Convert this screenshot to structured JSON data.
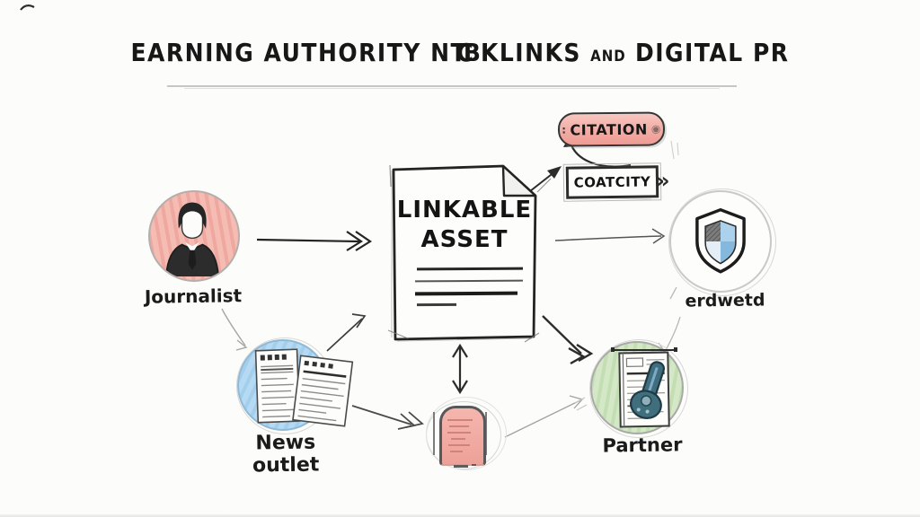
{
  "palette": {
    "background": "#fcfcfa",
    "ink": "#222222",
    "sketch_gray": "#c6c6c4",
    "pink": "#f2aba3",
    "blue": "#a9d2ee",
    "green": "#cbe3bd",
    "shield_blue": "#85b8dd",
    "teal": "#3f6e7d"
  },
  "title": {
    "word1": "EARNING",
    "word2": "AUTHORITY",
    "backlinks_start": "N",
    "backlinks_jumble": "TCB",
    "backlinks_end": "KLINKS",
    "conjunction": "AND",
    "word4": "DIGITAL",
    "word5": "PR"
  },
  "badges": {
    "citation": {
      "label": "CITATION",
      "left_mark": ":",
      "icon_glyph": "◉"
    },
    "quality": {
      "label": "COATCITY",
      "arrow_glyph": "»"
    }
  },
  "asset": {
    "title_line1": "LINKABLE",
    "title_line2": "ASSET"
  },
  "nodes": {
    "journalist": {
      "label": "Journalist"
    },
    "news_outlet": {
      "label": "News outlet"
    },
    "partner": {
      "label": "Partner"
    },
    "authority_shield": {
      "label": "erdwetd"
    }
  }
}
